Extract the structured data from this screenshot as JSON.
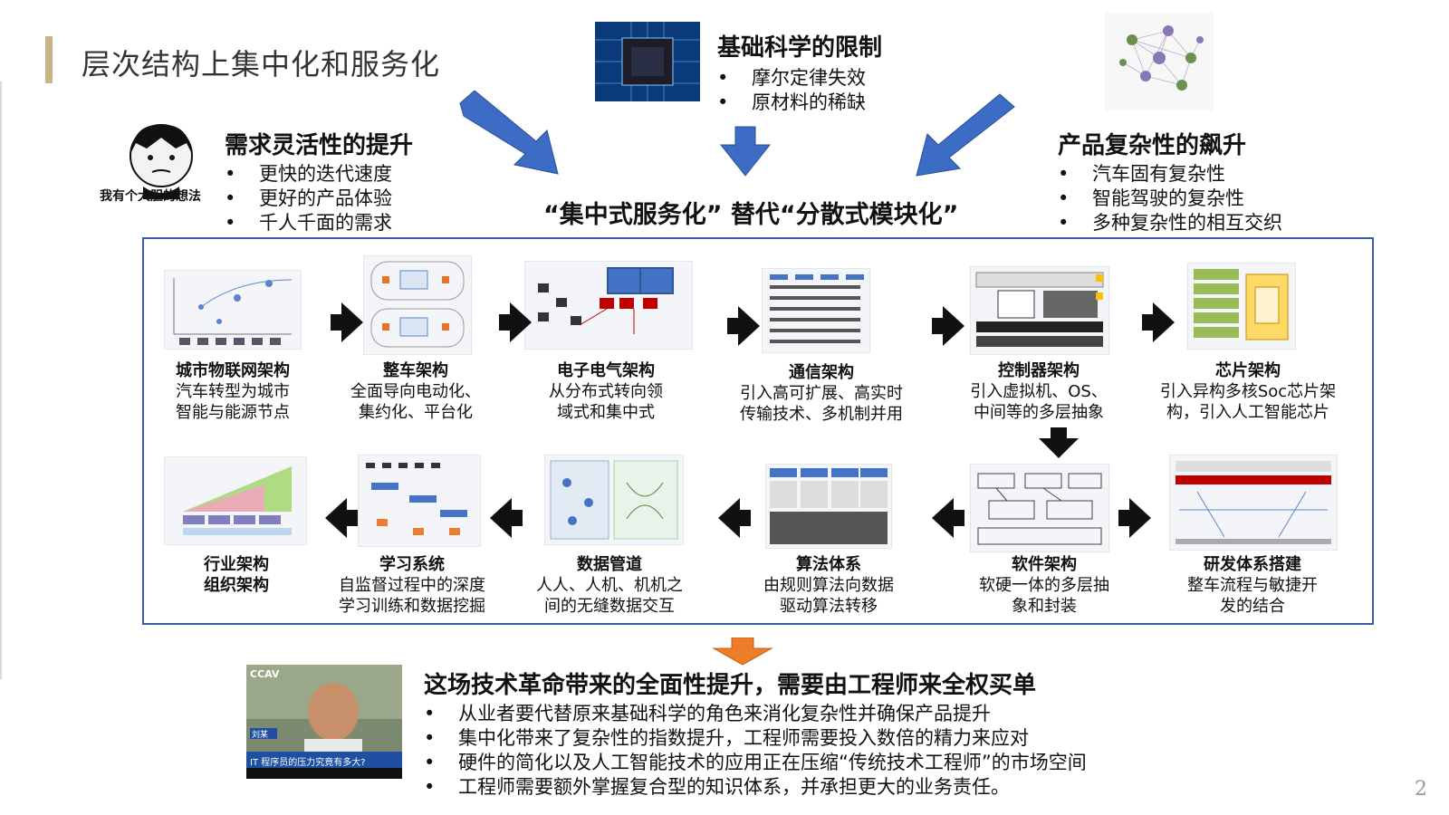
{
  "header": {
    "title": "层次结构上集中化和服务化"
  },
  "basic_science": {
    "title": "基础科学的限制",
    "bullets": [
      "摩尔定律失效",
      "原材料的稀缺"
    ]
  },
  "demand": {
    "title": "需求灵活性的提升",
    "bullets": [
      "更快的迭代速度",
      "更好的产品体验",
      "千人千面的需求"
    ],
    "meme_caption": "我有个大胆的想法"
  },
  "complexity": {
    "title": "产品复杂性的飙升",
    "bullets": [
      "汽车固有复杂性",
      "智能驾驶的复杂性",
      "多种复杂性的相互交织"
    ]
  },
  "slogan": "“集中式服务化” 替代“分散式模块化”",
  "row1": [
    {
      "title": "城市物联网架构",
      "desc1": "汽车转型为城市",
      "desc2": "智能与能源节点"
    },
    {
      "title": "整车架构",
      "desc1": "全面导向电动化、",
      "desc2": "集约化、平台化"
    },
    {
      "title": "电子电气架构",
      "desc1": "从分布式转向领",
      "desc2": "域式和集中式"
    },
    {
      "title": "通信架构",
      "desc1": "引入高可扩展、高实时",
      "desc2": "传输技术、多机制并用"
    },
    {
      "title": "控制器架构",
      "desc1": "引入虚拟机、OS、",
      "desc2": "中间等的多层抽象"
    },
    {
      "title": "芯片架构",
      "desc1": "引入异构多核Soc芯片架",
      "desc2": "构，引入人工智能芯片"
    }
  ],
  "row2": [
    {
      "title": "行业架构",
      "desc1": "组织架构",
      "desc2": ""
    },
    {
      "title": "学习系统",
      "desc1": "自监督过程中的深度",
      "desc2": "学习训练和数据挖掘"
    },
    {
      "title": "数据管道",
      "desc1": "人人、人机、机机之",
      "desc2": "间的无缝数据交互"
    },
    {
      "title": "算法体系",
      "desc1": "由规则算法向数据",
      "desc2": "驱动算法转移"
    },
    {
      "title": "软件架构",
      "desc1": "软硬一体的多层抽",
      "desc2": "象和封装"
    },
    {
      "title": "研发体系搭建",
      "desc1": "整车流程与敏捷开",
      "desc2": "发的结合"
    }
  ],
  "conclusion": {
    "title": "这场技术革命带来的全面性提升，需要由工程师来全权买单",
    "bullets": [
      "从业者要代替原来基础科学的角色来消化复杂性并确保产品提升",
      "集中化带来了复杂性的指数提升，工程师需要投入数倍的精力来应对",
      "硬件的简化以及人工智能技术的应用正在压缩“传统技术工程师”的市场空间",
      "工程师需要额外掌握复合型的知识体系，并承担更大的业务责任。"
    ]
  },
  "tv": {
    "logo": "CCAV",
    "name": "刘某",
    "subtitle": "IT 程序员的压力究竟有多大?"
  },
  "page_number": "2",
  "colors": {
    "accent_bar": "#c9b48a",
    "box_border": "#3a5bab",
    "blue_arrow": "#3c6cc4",
    "orange_arrow": "#ee7d2a"
  }
}
